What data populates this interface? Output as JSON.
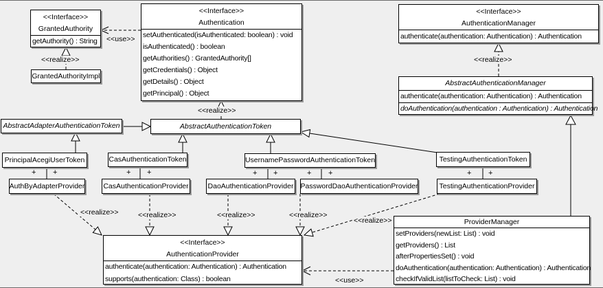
{
  "labels": {
    "realize": "<<realize>>",
    "use": "<<use>>",
    "plus": "+",
    "interface_stereotype": "<<Interface>>"
  },
  "classes": {
    "granted_authority": {
      "stereotype": "<<Interface>>",
      "name": "GrantedAuthority",
      "methods": [
        "getAuthority() : String"
      ]
    },
    "granted_authority_impl": {
      "name": "GrantedAuthorityImpl"
    },
    "authentication": {
      "stereotype": "<<Interface>>",
      "name": "Authentication",
      "methods": [
        "setAuthenticated(isAuthenticated: boolean) : void",
        "isAuthenticated() : boolean",
        "getAuthorities() : GrantedAuthority[]",
        "getCredentials() : Object",
        "getDetails() : Object",
        "getPrincipal() : Object"
      ]
    },
    "authentication_manager": {
      "stereotype": "<<Interface>>",
      "name": "AuthenticationManager",
      "methods": [
        "authenticate(authentication: Authentication) : Authentication"
      ]
    },
    "abstract_authentication_manager": {
      "name": "AbstractAuthenticationManager",
      "methods": [
        "authenticate(authentication: Authentication) : Authentication",
        "doAuthentication(authentication : Authentication) : Authentication"
      ]
    },
    "abstract_adapter_authentication_token": {
      "name": "AbstractAdapterAuthenticationToken"
    },
    "abstract_authentication_token": {
      "name": "AbstractAuthenticationToken"
    },
    "principal_acegi_user_token": {
      "name": "PrincipalAcegiUserToken"
    },
    "cas_authentication_token": {
      "name": "CasAuthenticationToken"
    },
    "username_password_authentication_token": {
      "name": "UsernamePasswordAuthenticationToken"
    },
    "testing_authentication_token": {
      "name": "TestingAuthenticationToken"
    },
    "auth_by_adapter_provider": {
      "name": "AuthByAdapterProvider"
    },
    "cas_authentication_provider": {
      "name": "CasAuthenticationProvider"
    },
    "dao_authentication_provider": {
      "name": "DaoAuthenticationProvider"
    },
    "password_dao_authentication_provider": {
      "name": "PasswordDaoAuthenticationProvider"
    },
    "testing_authentication_provider": {
      "name": "TestingAuthenticationProvider"
    },
    "authentication_provider": {
      "stereotype": "<<Interface>>",
      "name": "AuthenticationProvider",
      "methods": [
        "authenticate(authentication: Authentication) : Authentication",
        "supports(authentication: Class) : boolean"
      ]
    },
    "provider_manager": {
      "name": "ProviderManager",
      "methods": [
        "setProviders(newList: List) : void",
        "getProviders() : List",
        "afterPropertiesSet() : void",
        "doAuthentication(authentication: Authentication) : Authentication",
        "checkIfValidList(listToCheck: List) : void"
      ]
    }
  },
  "relationships": [
    {
      "type": "use",
      "from": "Authentication",
      "to": "GrantedAuthority",
      "label": "<<use>>"
    },
    {
      "type": "realize",
      "from": "GrantedAuthorityImpl",
      "to": "GrantedAuthority",
      "label": "<<realize>>"
    },
    {
      "type": "realize",
      "from": "AbstractAuthenticationToken",
      "to": "Authentication",
      "label": "<<realize>>"
    },
    {
      "type": "realize",
      "from": "AbstractAuthenticationManager",
      "to": "AuthenticationManager",
      "label": "<<realize>>"
    },
    {
      "type": "generalization",
      "from": "AbstractAdapterAuthenticationToken",
      "to": "AbstractAuthenticationToken"
    },
    {
      "type": "generalization",
      "from": "PrincipalAcegiUserToken",
      "to": "AbstractAdapterAuthenticationToken"
    },
    {
      "type": "generalization",
      "from": "CasAuthenticationToken",
      "to": "AbstractAuthenticationToken"
    },
    {
      "type": "generalization",
      "from": "UsernamePasswordAuthenticationToken",
      "to": "AbstractAuthenticationToken"
    },
    {
      "type": "generalization",
      "from": "TestingAuthenticationToken",
      "to": "AbstractAuthenticationToken"
    },
    {
      "type": "generalization",
      "from": "ProviderManager",
      "to": "AbstractAuthenticationManager"
    },
    {
      "type": "association",
      "from": "PrincipalAcegiUserToken",
      "to": "AuthByAdapterProvider",
      "end_labels": [
        "+",
        "+"
      ]
    },
    {
      "type": "association",
      "from": "CasAuthenticationToken",
      "to": "CasAuthenticationProvider",
      "end_labels": [
        "+",
        "+"
      ]
    },
    {
      "type": "association",
      "from": "UsernamePasswordAuthenticationToken",
      "to": "DaoAuthenticationProvider",
      "end_labels": [
        "+",
        "+"
      ]
    },
    {
      "type": "association",
      "from": "UsernamePasswordAuthenticationToken",
      "to": "PasswordDaoAuthenticationProvider",
      "end_labels": [
        "+",
        "+"
      ]
    },
    {
      "type": "association",
      "from": "TestingAuthenticationToken",
      "to": "TestingAuthenticationProvider",
      "end_labels": [
        "+",
        "+"
      ]
    },
    {
      "type": "realize",
      "from": "AuthByAdapterProvider",
      "to": "AuthenticationProvider",
      "label": "<<realize>>"
    },
    {
      "type": "realize",
      "from": "CasAuthenticationProvider",
      "to": "AuthenticationProvider",
      "label": "<<realize>>"
    },
    {
      "type": "realize",
      "from": "DaoAuthenticationProvider",
      "to": "AuthenticationProvider",
      "label": "<<realize>>"
    },
    {
      "type": "realize",
      "from": "PasswordDaoAuthenticationProvider",
      "to": "AuthenticationProvider",
      "label": "<<realize>>"
    },
    {
      "type": "realize",
      "from": "TestingAuthenticationProvider",
      "to": "AuthenticationProvider",
      "label": "<<realize>>"
    },
    {
      "type": "use",
      "from": "ProviderManager",
      "to": "AuthenticationProvider",
      "label": "<<use>>"
    }
  ]
}
